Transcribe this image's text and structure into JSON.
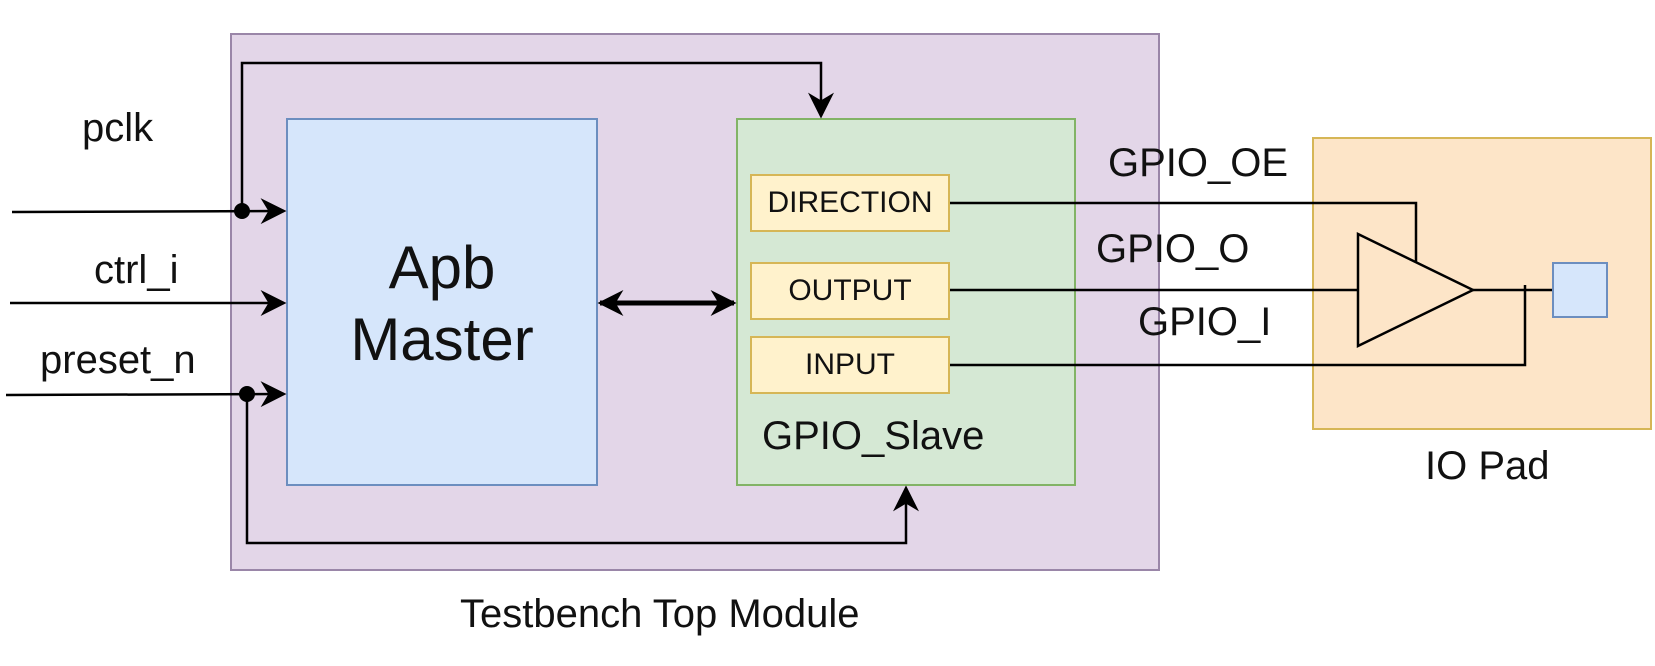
{
  "modules": {
    "testbench": "Testbench Top Module",
    "apb_master": [
      "Apb",
      "Master"
    ],
    "gpio_slave": "GPIO_Slave",
    "io_pad": "IO Pad"
  },
  "registers": {
    "direction": "DIRECTION",
    "output": "OUTPUT",
    "input": "INPUT"
  },
  "inputs": {
    "pclk": "pclk",
    "ctrl_i": "ctrl_i",
    "preset_n": "preset_n"
  },
  "signals": {
    "gpio_oe": "GPIO_OE",
    "gpio_o": "GPIO_O",
    "gpio_i": "GPIO_I"
  },
  "colors": {
    "testbench_fill": "#e3d6e8",
    "apb_fill": "#d6e6fb",
    "gpio_fill": "#d5e8d4",
    "register_fill": "#fff2cc",
    "pad_fill": "#fde5c8"
  }
}
